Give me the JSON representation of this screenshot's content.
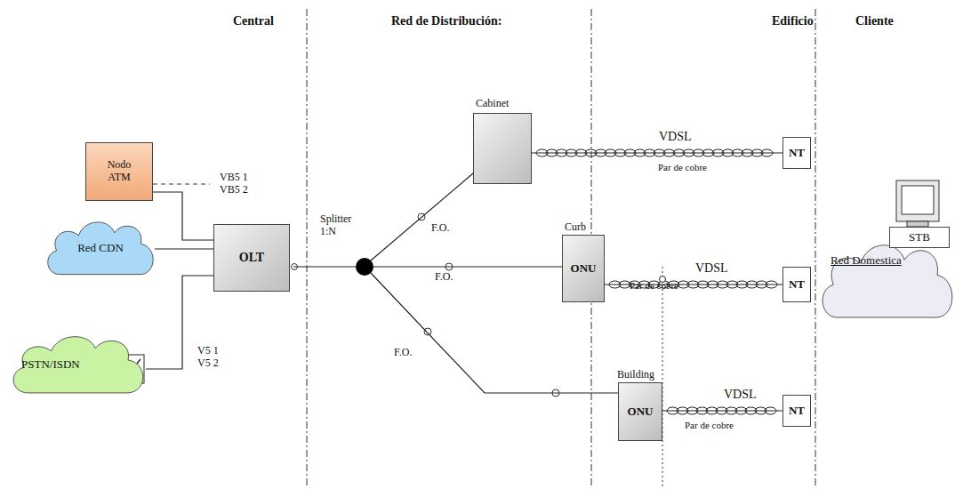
{
  "diagram": {
    "nodes": [
      {
        "text": [
          "Nodo ATM"
        ]
      },
      {
        "text": [
          "Red CDN"
        ]
      },
      {
        "text": [
          "PSTN/ISDN"
        ]
      },
      {
        "text": [
          "OLT"
        ]
      },
      {
        "text": [
          "Splitter 1:N"
        ]
      },
      {
        "text": [
          "Cabinet"
        ]
      },
      {
        "text": [
          "Curb",
          "ONU"
        ]
      },
      {
        "text": [
          "Building",
          "ONU"
        ]
      },
      {
        "text": [
          "NT"
        ]
      },
      {
        "text": [
          "NT"
        ]
      },
      {
        "text": [
          "NT"
        ]
      },
      {
        "text": [
          "Red Domestica"
        ]
      },
      {
        "text": [
          "STB"
        ]
      }
    ],
    "edges": [
      {
        "from": 0,
        "to": 3,
        "arrow": "none"
      },
      {
        "from": 1,
        "to": 3,
        "arrow": "none"
      },
      {
        "from": 2,
        "to": 3,
        "arrow": "none"
      },
      {
        "from": 3,
        "to": 4,
        "arrow": "none"
      },
      {
        "from": 4,
        "to": 5,
        "label": "F.O.",
        "arrow": "none"
      },
      {
        "from": 4,
        "to": 6,
        "label": "F.O.",
        "arrow": "none"
      },
      {
        "from": 4,
        "to": 7,
        "label": "F.O.",
        "arrow": "none"
      },
      {
        "from": 5,
        "to": 8,
        "label": "VDSL",
        "arrow": "none"
      },
      {
        "from": 6,
        "to": 9,
        "label": "VDSL",
        "arrow": "none"
      },
      {
        "from": 7,
        "to": 10,
        "label": "VDSL",
        "arrow": "none"
      }
    ],
    "labels": [
      "Central",
      "Red de Distribución:",
      "Edificio",
      "Cliente",
      "VB5 1",
      "VB5 2",
      "V5 1",
      "V5 2",
      "Par de cobre",
      "Par de cobre",
      "Par de cobre"
    ]
  }
}
